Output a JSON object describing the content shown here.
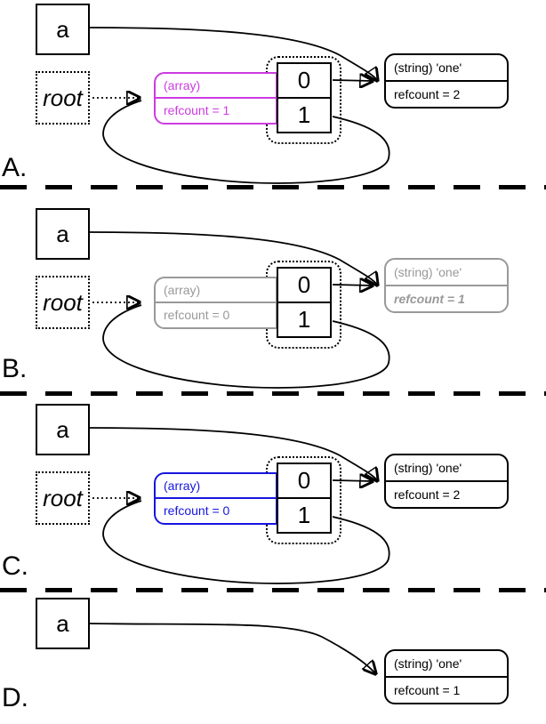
{
  "colors": {
    "magenta": "#cc3ce0",
    "blue": "#1616e0",
    "gray": "#999999"
  },
  "panels": [
    {
      "label": "A.",
      "variable": "a",
      "root": "root",
      "array": {
        "type": "(array)",
        "refcount": "refcount = 1"
      },
      "cells": [
        "0",
        "1"
      ],
      "string": {
        "type": "(string) 'one'",
        "refcount": "refcount = 2"
      }
    },
    {
      "label": "B.",
      "variable": "a",
      "root": "root",
      "array": {
        "type": "(array)",
        "refcount": "refcount = 0"
      },
      "cells": [
        "0",
        "1"
      ],
      "string": {
        "type": "(string) 'one'",
        "refcount": "refcount = 1"
      }
    },
    {
      "label": "C.",
      "variable": "a",
      "root": "root",
      "array": {
        "type": "(array)",
        "refcount": "refcount = 0"
      },
      "cells": [
        "0",
        "1"
      ],
      "string": {
        "type": "(string) 'one'",
        "refcount": "refcount = 2"
      }
    },
    {
      "label": "D.",
      "variable": "a",
      "string": {
        "type": "(string) 'one'",
        "refcount": "refcount = 1"
      }
    }
  ]
}
